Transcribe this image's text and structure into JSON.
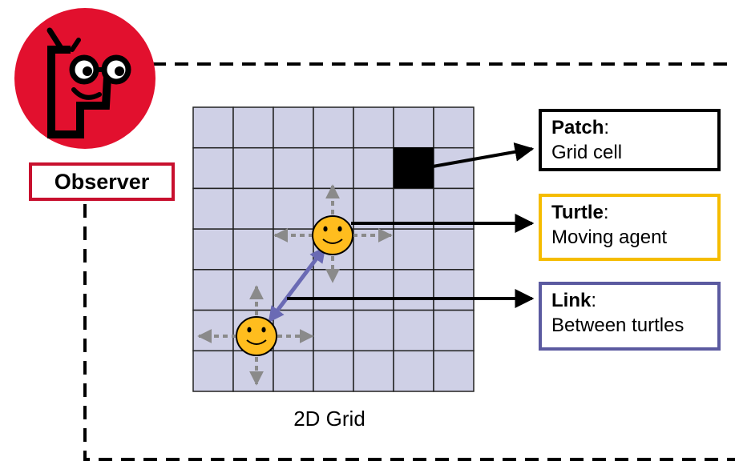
{
  "observer": {
    "label": "Observer"
  },
  "grid": {
    "caption": "2D Grid",
    "rows": 7,
    "cols": 7,
    "cell_color": "#cfd0e6",
    "line_color": "#222222"
  },
  "callouts": {
    "patch": {
      "title": "Patch",
      "colon": ":",
      "desc": "Grid cell"
    },
    "turtle": {
      "title": "Turtle",
      "colon": ":",
      "desc": "Moving agent"
    },
    "link": {
      "title": "Link",
      "colon": ":",
      "desc": "Between turtles"
    }
  },
  "colors": {
    "observer_red": "#e2102e",
    "turtle_border": "#f5bc00",
    "link_border": "#5b5aa0",
    "link_arrow": "#6a6ab4",
    "turtle_fill": "#ffbd1e",
    "move_arrow": "#8a8a8a"
  }
}
